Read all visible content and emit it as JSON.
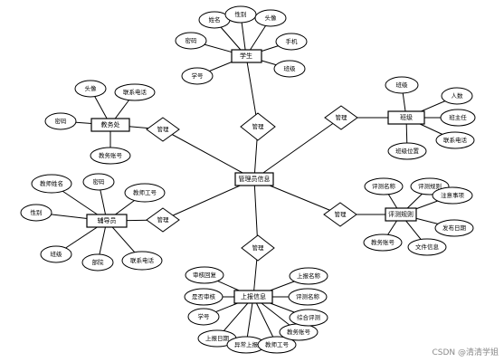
{
  "entities": {
    "student": "学生",
    "class": "班级",
    "office": "教务处",
    "manager": "管理员信息",
    "teacher": "辅导员",
    "eval": "评测规则",
    "report": "上报信息"
  },
  "relations": {
    "r_student": "管理",
    "r_class": "管理",
    "r_office": "管理",
    "r_teacher": "管理",
    "r_eval": "管理",
    "r_report": "管理"
  },
  "attributes": {
    "s_name": "姓名",
    "s_gender": "性别",
    "s_avatar": "头像",
    "s_password": "密码",
    "s_phone": "手机",
    "s_class": "班级",
    "s_no": "学号",
    "c_class": "班级",
    "c_count": "人数",
    "c_head": "班主任",
    "c_phone": "联系电话",
    "c_location": "班级位置",
    "o_avatar": "头像",
    "o_phone": "联系电话",
    "o_password": "密码",
    "o_account": "教务账号",
    "t_name": "教师姓名",
    "t_password": "密码",
    "t_no": "教师工号",
    "t_gender": "性别",
    "t_class": "班级",
    "t_dept": "部院",
    "t_phone": "联系电话",
    "e_name": "评测名称",
    "e_rules": "评测规则",
    "e_notes": "注意事项",
    "e_account": "教务账号",
    "e_file": "文件信息",
    "e_date": "发布日期",
    "r_review_reply": "审核回复",
    "r_is_review": "是否审核",
    "r_no": "学号",
    "r_date": "上报日期",
    "r_abnormal": "异常上报",
    "r_tno": "教师工号",
    "r_account": "教务账号",
    "r_overall": "综合评测",
    "r_evalname": "评测名称",
    "r_reportname": "上报名称"
  },
  "watermark": "CSDN @清清学姐"
}
